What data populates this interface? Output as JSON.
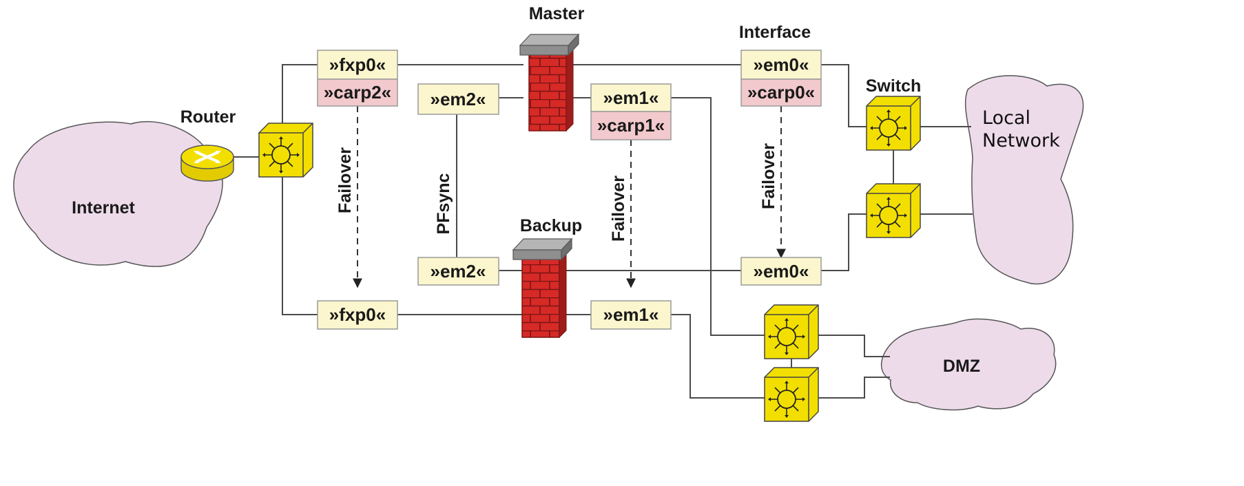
{
  "labels": {
    "master": "Master",
    "backup": "Backup",
    "interface": "Interface",
    "router": "Router",
    "switch": "Switch",
    "pfsync": "PFsync",
    "failover": "Failover"
  },
  "clouds": {
    "internet": "Internet",
    "local_network_line1": "Local",
    "local_network_line2": "Network",
    "dmz": "DMZ"
  },
  "interfaces": {
    "master_fxp0": "»fxp0«",
    "master_carp2": "»carp2«",
    "master_em2": "»em2«",
    "master_em1": "»em1«",
    "master_carp1": "»carp1«",
    "master_em0": "»em0«",
    "master_carp0": "»carp0«",
    "backup_em2": "»em2«",
    "backup_fxp0": "»fxp0«",
    "backup_em1": "»em1«",
    "backup_em0": "»em0«"
  },
  "colors": {
    "interface_fill": "#fbf6cd",
    "carp_fill": "#f2c9cc",
    "cloud_fill": "#eddbea",
    "firewall_brick": "#d62a27",
    "firewall_cap": "#8f8f8f",
    "switch_yellow": "#f2df00"
  }
}
